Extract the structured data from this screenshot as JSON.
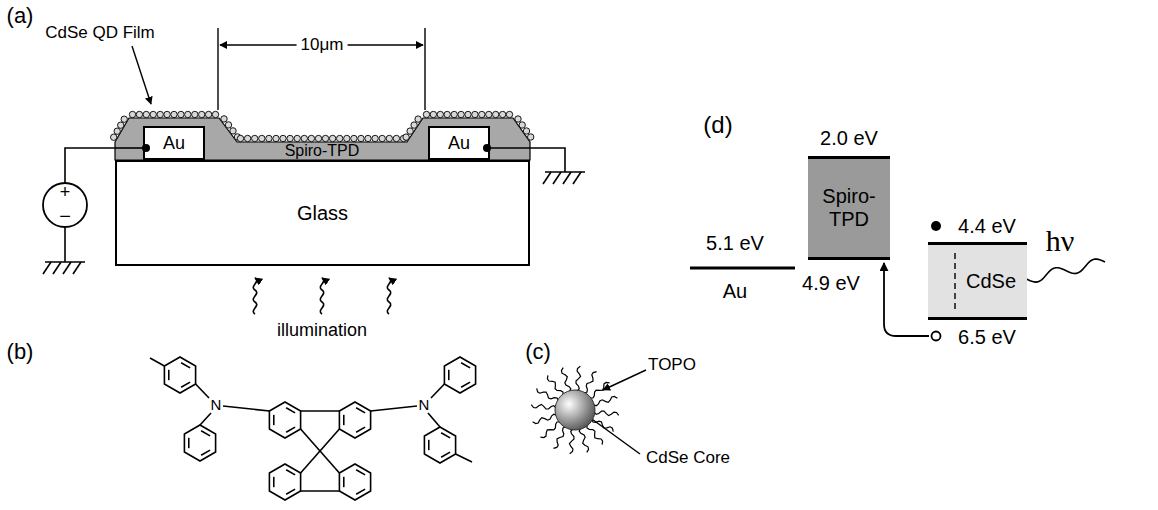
{
  "diagram": {
    "nodes": [
      {
        "text": [
          "Spiro-TPD"
        ]
      },
      {
        "text": [
          "Au"
        ],
        "in": 0
      },
      {
        "text": [
          "Au"
        ],
        "in": 0
      },
      {
        "text": [
          "Glass"
        ]
      },
      {
        "text": [
          "Spiro-TPD"
        ]
      },
      {
        "text": [
          "CdSe"
        ]
      }
    ],
    "edges": [
      {
        "from": 5,
        "to": 4,
        "arrow": "to"
      }
    ],
    "labels": [
      "(a)",
      "CdSe QD Film",
      "10μm",
      "+",
      "−",
      "illumination",
      "(b)",
      "N",
      "N",
      "(c)",
      "TOPO",
      "CdSe Core",
      "(d)",
      "2.0 eV",
      "5.1 eV",
      "Au",
      "4.9 eV",
      "4.4 eV",
      "6.5 eV",
      "hν"
    ]
  }
}
